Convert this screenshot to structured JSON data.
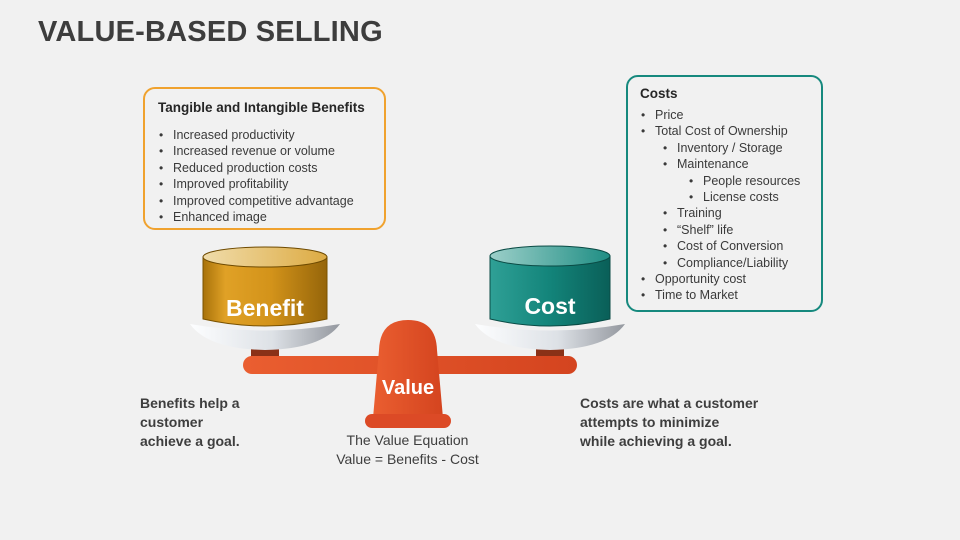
{
  "slide": {
    "title": "VALUE-BASED SELLING",
    "background_color": "#f1f1f1",
    "text_color": "#3e3e3e"
  },
  "benefits_box": {
    "title": "Tangible and Intangible Benefits",
    "border_color": "#f0a22e",
    "items": [
      "Increased productivity",
      "Increased revenue or volume",
      "Reduced production costs",
      "Improved profitability",
      "Improved competitive advantage",
      "Enhanced image"
    ]
  },
  "costs_box": {
    "title": "Costs",
    "border_color": "#16897e",
    "items": [
      {
        "label": "Price",
        "indent": 1
      },
      {
        "label": "Total Cost of Ownership",
        "indent": 1
      },
      {
        "label": "Inventory / Storage",
        "indent": 2
      },
      {
        "label": "Maintenance",
        "indent": 2
      },
      {
        "label": "People resources",
        "indent": 3
      },
      {
        "label": "License costs",
        "indent": 3
      },
      {
        "label": "Training",
        "indent": 2
      },
      {
        "label": "“Shelf” life",
        "indent": 2
      },
      {
        "label": "Cost of Conversion",
        "indent": 2
      },
      {
        "label": "Compliance/Liability",
        "indent": 2
      },
      {
        "label": "Opportunity cost",
        "indent": 1
      },
      {
        "label": "Time to Market",
        "indent": 1
      }
    ]
  },
  "scale": {
    "benefit_label": "Benefit",
    "cost_label": "Cost",
    "value_label": "Value",
    "colors": {
      "beam": "#e5502b",
      "fulcrum_base": "#dc4a26",
      "pedestal": "#8a3117",
      "benefit_cylinder": "#d3931a",
      "cost_cylinder": "#13847a",
      "dish": "#c9cdd3"
    }
  },
  "captions": {
    "left": {
      "lines": [
        "Benefits help a",
        "customer",
        "achieve a goal."
      ]
    },
    "right": {
      "lines": [
        "Costs are what a customer",
        "attempts to minimize",
        "while achieving a goal."
      ]
    },
    "equation": {
      "lines": [
        "The Value Equation",
        "Value = Benefits - Cost"
      ]
    }
  }
}
